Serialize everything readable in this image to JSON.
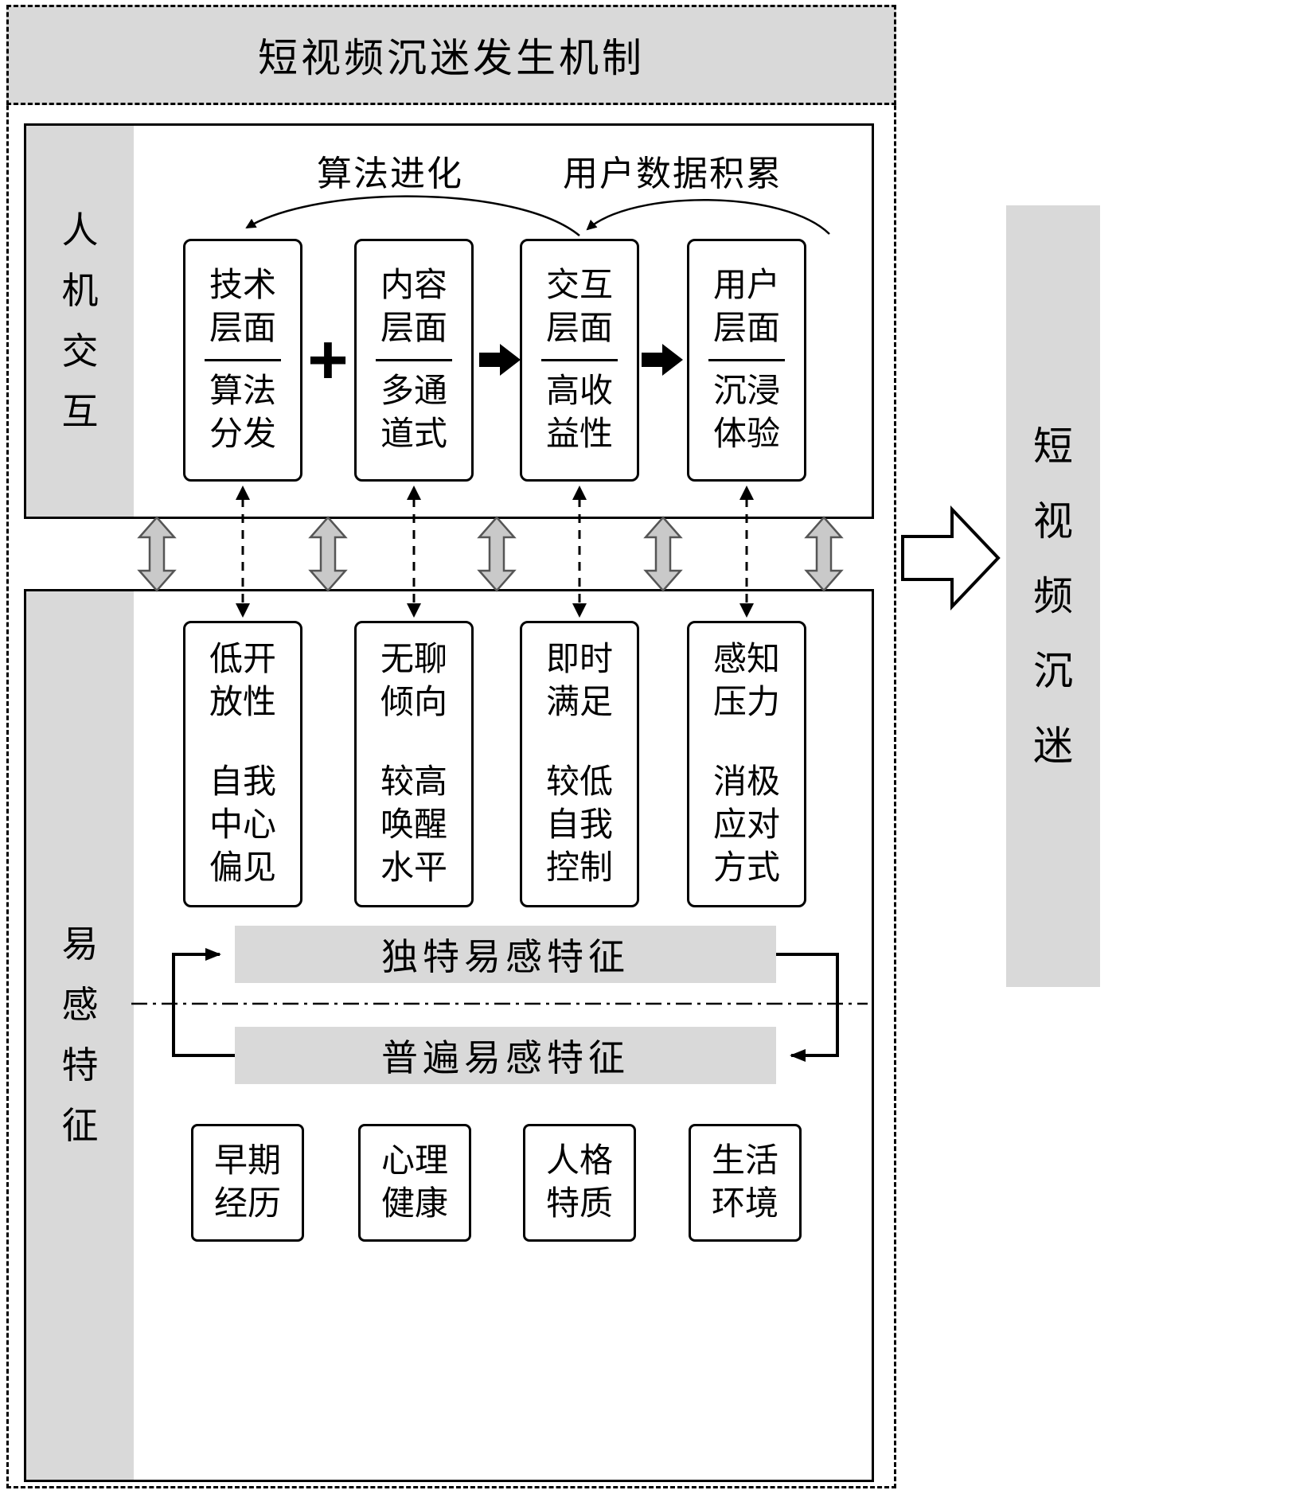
{
  "header": {
    "title": "短视频沉迷发生机制"
  },
  "hci": {
    "sidebar": "人机交互",
    "loop_labels": {
      "algorithm": "算法进化",
      "user_data": "用户数据积累"
    },
    "plus": "+",
    "boxes": [
      {
        "top": [
          "技术",
          "层面"
        ],
        "bottom": [
          "算法",
          "分发"
        ]
      },
      {
        "top": [
          "内容",
          "层面"
        ],
        "bottom": [
          "多通",
          "道式"
        ]
      },
      {
        "top": [
          "交互",
          "层面"
        ],
        "bottom": [
          "高收",
          "益性"
        ]
      },
      {
        "top": [
          "用户",
          "层面"
        ],
        "bottom": [
          "沉浸",
          "体验"
        ]
      }
    ]
  },
  "susceptibility": {
    "sidebar": "易感特征",
    "boxes": [
      {
        "top": [
          "低开",
          "放性"
        ],
        "bottom": [
          "自我",
          "中心",
          "偏见"
        ]
      },
      {
        "top": [
          "无聊",
          "倾向"
        ],
        "bottom": [
          "较高",
          "唤醒",
          "水平"
        ]
      },
      {
        "top": [
          "即时",
          "满足"
        ],
        "bottom": [
          "较低",
          "自我",
          "控制"
        ]
      },
      {
        "top": [
          "感知",
          "压力"
        ],
        "bottom": [
          "消极",
          "应对",
          "方式"
        ]
      }
    ],
    "unique_bar": "独特易感特征",
    "general_bar": "普遍易感特征",
    "base_boxes": [
      {
        "lines": [
          "早期",
          "经历"
        ]
      },
      {
        "lines": [
          "心理",
          "健康"
        ]
      },
      {
        "lines": [
          "人格",
          "特质"
        ]
      },
      {
        "lines": [
          "生活",
          "环境"
        ]
      }
    ]
  },
  "outcome": {
    "label": "短视频沉迷"
  },
  "colors": {
    "panel_gray": "#d9d9d9",
    "arrow_gray": "#c9c9c9",
    "line_black": "#000000"
  }
}
